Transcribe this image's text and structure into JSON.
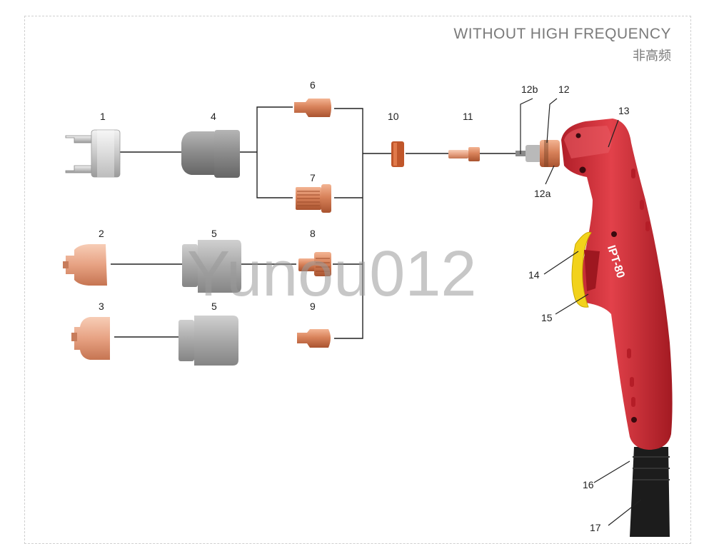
{
  "title": {
    "en": "WITHOUT HIGH FREQUENCY",
    "cn": "非高频"
  },
  "watermark": "Yunou012",
  "handle_text": "IPT-80",
  "labels": {
    "p1": "1",
    "p2": "2",
    "p3": "3",
    "p4": "4",
    "p5a": "5",
    "p5b": "5",
    "p6": "6",
    "p7": "7",
    "p8": "8",
    "p9": "9",
    "p10": "10",
    "p11": "11",
    "p12": "12",
    "p12a": "12a",
    "p12b": "12b",
    "p13": "13",
    "p14": "14",
    "p15": "15",
    "p16": "16",
    "p17": "17"
  },
  "colors": {
    "copper": "#d8825a",
    "ceramic": "#8f8f8f",
    "torch_red": "#d9323b",
    "trigger_yellow": "#f2d21b",
    "cable": "#1c1c1c"
  }
}
